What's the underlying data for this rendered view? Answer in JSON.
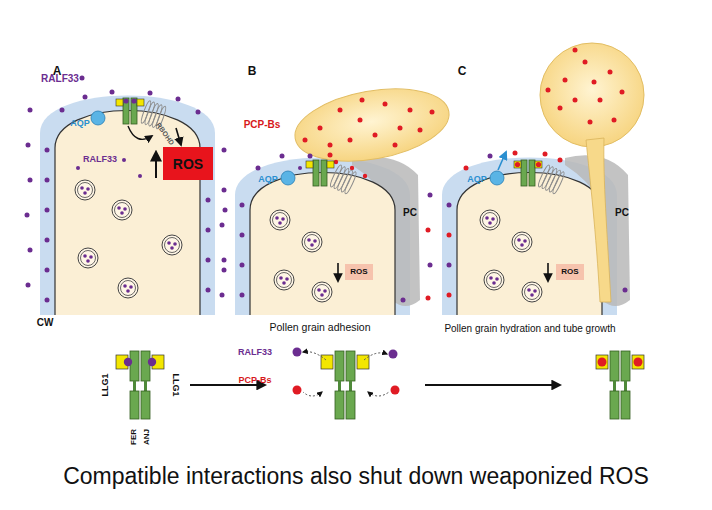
{
  "diagram": {
    "caption": "Compatible interactions also shut down weaponized ROS",
    "nodes": [
      {
        "text": [
          "ROS"
        ]
      },
      {
        "text": [
          "ROS"
        ]
      },
      {
        "text": [
          "ROS"
        ]
      }
    ],
    "labels": [
      "A",
      "B",
      "C",
      "RALF33",
      "PCP-Bs",
      "AQP",
      "RBOHD",
      "RALF33",
      "CW",
      "AQP",
      "PC",
      "AQP",
      "PC",
      "Pollen grain adhesion",
      "Pollen grain hydration and tube growth",
      "LLG1",
      "LLG1",
      "FER",
      "ANJ",
      "RALF33",
      "PCP-Bs"
    ]
  }
}
